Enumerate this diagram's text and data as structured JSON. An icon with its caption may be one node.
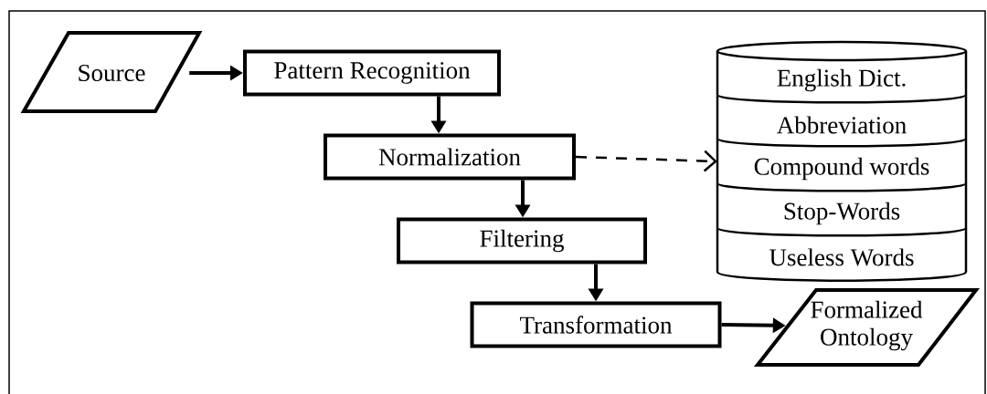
{
  "diagram": {
    "nodes": [
      {
        "text": [
          "Source"
        ]
      },
      {
        "text": [
          "Pattern Recognition"
        ]
      },
      {
        "text": [
          "Normalization"
        ]
      },
      {
        "text": [
          "Filtering"
        ]
      },
      {
        "text": [
          "Transformation"
        ]
      },
      {
        "text": [
          "Formalized Ontology"
        ]
      },
      {
        "text": [],
        "shape": "cylinder"
      },
      {
        "text": [
          "English Dict."
        ],
        "in": 6
      },
      {
        "text": [
          "Abbreviation"
        ],
        "in": 6
      },
      {
        "text": [
          "Compound words"
        ],
        "in": 6
      },
      {
        "text": [
          "Stop-Words"
        ],
        "in": 6
      },
      {
        "text": [
          "Useless Words"
        ],
        "in": 6
      }
    ],
    "edges": [
      {
        "from": 0,
        "to": 1,
        "arrow": "to"
      },
      {
        "from": 1,
        "to": 2,
        "arrow": "to"
      },
      {
        "from": 2,
        "to": 6,
        "arrow": "to",
        "style": "dashed"
      },
      {
        "from": 2,
        "to": 3,
        "arrow": "to"
      },
      {
        "from": 3,
        "to": 4,
        "arrow": "to"
      },
      {
        "from": 4,
        "to": 5,
        "arrow": "to"
      }
    ]
  }
}
